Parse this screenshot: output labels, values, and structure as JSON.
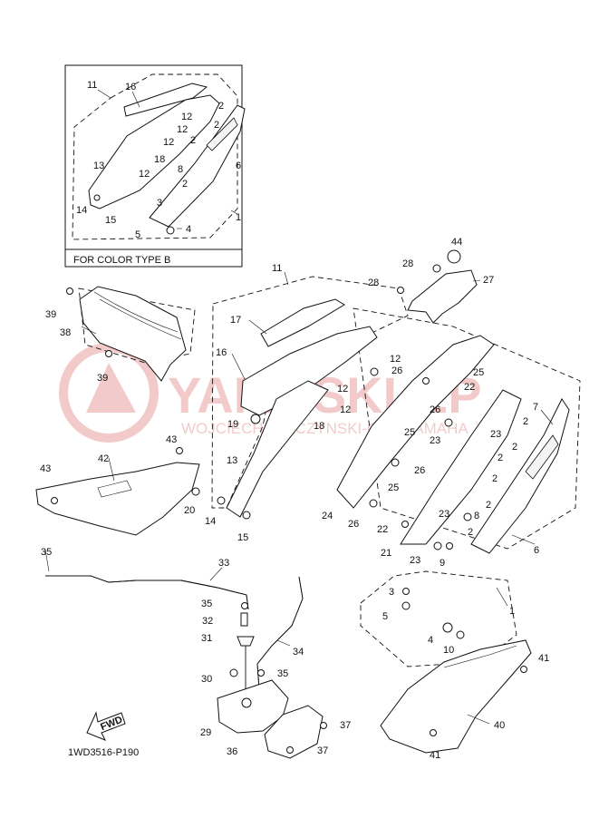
{
  "inset": {
    "caption": "FOR COLOR TYPE B"
  },
  "watermark": {
    "brand": "YAMASKLEP",
    "sub": "WOJCIECH WILCZYNSKI-GER YAMAHA",
    "color": "#d64545"
  },
  "footer": {
    "code": "1WD3516-P190"
  },
  "fwd_label": "FWD",
  "callouts": [
    {
      "id": "c-i11",
      "text": "11"
    },
    {
      "id": "c-i16",
      "text": "16"
    },
    {
      "id": "c-i12a",
      "text": "12"
    },
    {
      "id": "c-i2a",
      "text": "2"
    },
    {
      "id": "c-i12b",
      "text": "12"
    },
    {
      "id": "c-i12c",
      "text": "12"
    },
    {
      "id": "c-i2b",
      "text": "2"
    },
    {
      "id": "c-i2c",
      "text": "2"
    },
    {
      "id": "c-i6",
      "text": "6"
    },
    {
      "id": "c-i18",
      "text": "18"
    },
    {
      "id": "c-i12d",
      "text": "12"
    },
    {
      "id": "c-i8",
      "text": "8"
    },
    {
      "id": "c-i2d",
      "text": "2"
    },
    {
      "id": "c-i13",
      "text": "13"
    },
    {
      "id": "c-i14",
      "text": "14"
    },
    {
      "id": "c-i15",
      "text": "15"
    },
    {
      "id": "c-i3",
      "text": "3"
    },
    {
      "id": "c-i5",
      "text": "5"
    },
    {
      "id": "c-i4",
      "text": "4"
    },
    {
      "id": "c-i1",
      "text": "1"
    },
    {
      "id": "c-44",
      "text": "44"
    },
    {
      "id": "c-28a",
      "text": "28"
    },
    {
      "id": "c-27",
      "text": "27"
    },
    {
      "id": "c-28b",
      "text": "28"
    },
    {
      "id": "c-11",
      "text": "11"
    },
    {
      "id": "c-39a",
      "text": "39"
    },
    {
      "id": "c-38",
      "text": "38"
    },
    {
      "id": "c-39b",
      "text": "39"
    },
    {
      "id": "c-17",
      "text": "17"
    },
    {
      "id": "c-16",
      "text": "16"
    },
    {
      "id": "c-12a",
      "text": "12"
    },
    {
      "id": "c-26a",
      "text": "26"
    },
    {
      "id": "c-25a",
      "text": "25"
    },
    {
      "id": "c-12b",
      "text": "12"
    },
    {
      "id": "c-12c",
      "text": "12"
    },
    {
      "id": "c-26b",
      "text": "26"
    },
    {
      "id": "c-22a",
      "text": "22"
    },
    {
      "id": "c-7",
      "text": "7"
    },
    {
      "id": "c-19",
      "text": "19"
    },
    {
      "id": "c-18",
      "text": "18"
    },
    {
      "id": "c-25b",
      "text": "25"
    },
    {
      "id": "c-23a",
      "text": "23"
    },
    {
      "id": "c-2a",
      "text": "2"
    },
    {
      "id": "c-23b",
      "text": "23"
    },
    {
      "id": "c-2b",
      "text": "2"
    },
    {
      "id": "c-43a",
      "text": "43"
    },
    {
      "id": "c-42",
      "text": "42"
    },
    {
      "id": "c-13",
      "text": "13"
    },
    {
      "id": "c-26c",
      "text": "26"
    },
    {
      "id": "c-2c",
      "text": "2"
    },
    {
      "id": "c-43b",
      "text": "43"
    },
    {
      "id": "c-25c",
      "text": "25"
    },
    {
      "id": "c-2d",
      "text": "2"
    },
    {
      "id": "c-20",
      "text": "20"
    },
    {
      "id": "c-14",
      "text": "14"
    },
    {
      "id": "c-24",
      "text": "24"
    },
    {
      "id": "c-26d",
      "text": "26"
    },
    {
      "id": "c-23c",
      "text": "23"
    },
    {
      "id": "c-2e",
      "text": "2"
    },
    {
      "id": "c-22b",
      "text": "22"
    },
    {
      "id": "c-8",
      "text": "8"
    },
    {
      "id": "c-15",
      "text": "15"
    },
    {
      "id": "c-21",
      "text": "21"
    },
    {
      "id": "c-2f",
      "text": "2"
    },
    {
      "id": "c-23d",
      "text": "23"
    },
    {
      "id": "c-9",
      "text": "9"
    },
    {
      "id": "c-6",
      "text": "6"
    },
    {
      "id": "c-35a",
      "text": "35"
    },
    {
      "id": "c-33",
      "text": "33"
    },
    {
      "id": "c-35b",
      "text": "35"
    },
    {
      "id": "c-32",
      "text": "32"
    },
    {
      "id": "c-3",
      "text": "3"
    },
    {
      "id": "c-1",
      "text": "1"
    },
    {
      "id": "c-5",
      "text": "5"
    },
    {
      "id": "c-31",
      "text": "31"
    },
    {
      "id": "c-34",
      "text": "34"
    },
    {
      "id": "c-4",
      "text": "4"
    },
    {
      "id": "c-10",
      "text": "10"
    },
    {
      "id": "c-41a",
      "text": "41"
    },
    {
      "id": "c-30",
      "text": "30"
    },
    {
      "id": "c-35c",
      "text": "35"
    },
    {
      "id": "c-37a",
      "text": "37"
    },
    {
      "id": "c-40",
      "text": "40"
    },
    {
      "id": "c-29",
      "text": "29"
    },
    {
      "id": "c-36",
      "text": "36"
    },
    {
      "id": "c-37b",
      "text": "37"
    },
    {
      "id": "c-41b",
      "text": "41"
    }
  ]
}
